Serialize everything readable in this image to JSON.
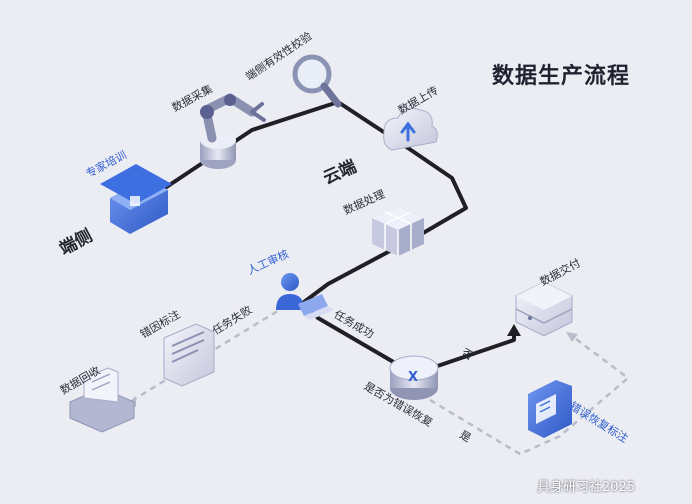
{
  "title": "数据生产流程",
  "zones": {
    "edge": "端侧",
    "cloud": "云端"
  },
  "steps": {
    "expert_training": "专家培训",
    "data_collection": "数据采集",
    "validity_check": "端侧有效性校验",
    "data_upload": "数据上传",
    "data_processing": "数据处理",
    "manual_review": "人工审核",
    "data_delivery": "数据交付",
    "error_labeling": "错因标注",
    "data_recycle": "数据回收",
    "error_recovery_labeling": "错误恢复标注"
  },
  "edges": {
    "task_failed": "任务失败",
    "task_success": "任务成功",
    "decision": "是否为错误恢复",
    "no": "否",
    "yes": "是"
  },
  "decision_symbol": "X",
  "watermark": "具身研习社2025",
  "colors": {
    "path": "#1f1f25",
    "accent": "#2f5fd0",
    "dashed": "#b9bdca",
    "node": "#c9cbe0"
  }
}
